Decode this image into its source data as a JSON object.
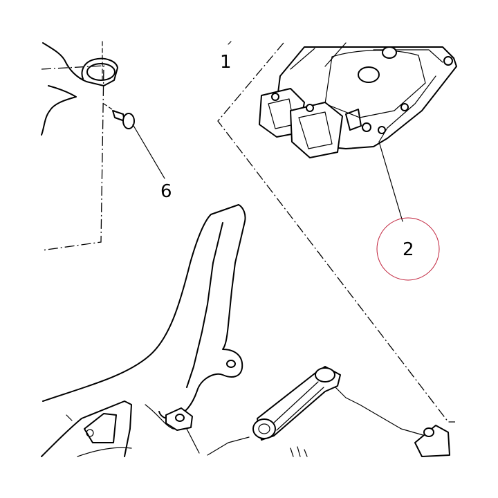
{
  "callouts": [
    {
      "number": "1"
    },
    {
      "number": "2"
    },
    {
      "number": "6"
    }
  ],
  "colors": {
    "line": "#000000",
    "background": "#ffffff",
    "highlight_circle": "#c0203a"
  }
}
